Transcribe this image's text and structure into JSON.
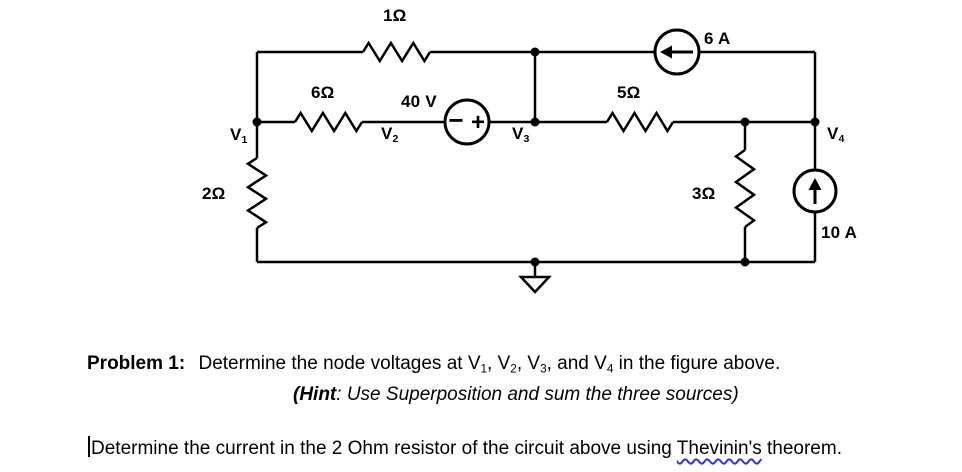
{
  "colors": {
    "ink": "#000000",
    "background": "#ffffff",
    "squiggle": "#3535d6"
  },
  "circuit": {
    "labels": {
      "r1": "1Ω",
      "r6": "6Ω",
      "r5": "5Ω",
      "r2": "2Ω",
      "r3": "3Ω",
      "v40": "40 V",
      "i6": "6 A",
      "i10": "10 A"
    },
    "polarity": {
      "minus": "−",
      "plus": "+"
    },
    "nodes": {
      "v1": {
        "segments": [
          {
            "text": "V"
          },
          {
            "text": "1",
            "style": "sub"
          }
        ]
      },
      "v2": {
        "segments": [
          {
            "text": "V"
          },
          {
            "text": "2",
            "style": "sub"
          }
        ]
      },
      "v3": {
        "segments": [
          {
            "text": "V"
          },
          {
            "text": "3",
            "style": "sub"
          }
        ]
      },
      "v4": {
        "segments": [
          {
            "text": "V"
          },
          {
            "text": "4",
            "style": "sub"
          }
        ]
      }
    }
  },
  "text": {
    "problem": {
      "segments": [
        {
          "text": "Problem 1:",
          "style": "bold-gap"
        },
        {
          "text": " Determine the node voltages at V"
        },
        {
          "text": "1",
          "style": "sub"
        },
        {
          "text": ", V"
        },
        {
          "text": "2",
          "style": "sub"
        },
        {
          "text": ", V"
        },
        {
          "text": "3",
          "style": "sub"
        },
        {
          "text": ", and V"
        },
        {
          "text": "4",
          "style": "sub"
        },
        {
          "text": " in the figure above."
        }
      ]
    },
    "hint": {
      "segments": [
        {
          "text": "(Hint",
          "style": "bold"
        },
        {
          "text": ": Use Superposition and sum the three sources)"
        }
      ]
    },
    "theorem": {
      "segments": [
        {
          "text": "Determine the current in the 2 Ohm resistor of the circuit above using "
        },
        {
          "text": "Thevinin's",
          "style": "misspelled"
        },
        {
          "text": " theorem."
        }
      ]
    }
  }
}
